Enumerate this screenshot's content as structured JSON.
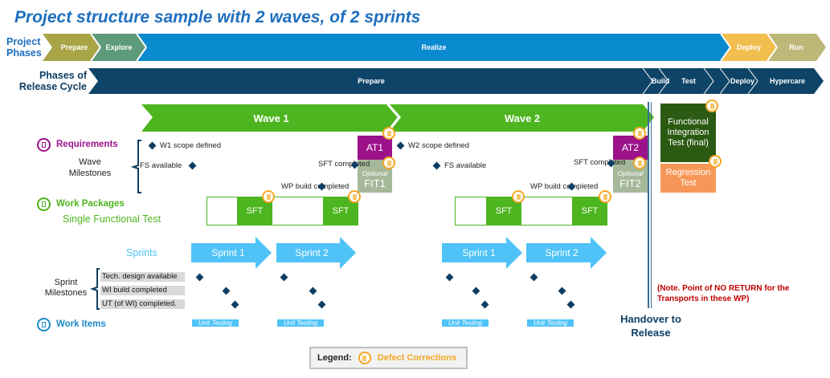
{
  "title": "Project structure sample with 2 waves, of 2 sprints",
  "colors": {
    "prepare": "#A9A446",
    "explore": "#5E9B7A",
    "realize": "#0A8ACF",
    "deploy": "#F2BE4E",
    "run": "#B9B47A",
    "release": "#0E4467",
    "wave": "#4DB51F",
    "at": "#9B128A",
    "fit": "#A6B89A",
    "fit_final": "#2B5A12",
    "regression": "#F79757",
    "sprint": "#4FC3F7",
    "defect": "#F5A623",
    "note": "#C00000"
  },
  "project_phases": {
    "label": "Project Phases",
    "items": [
      {
        "label": "Prepare"
      },
      {
        "label": "Explore"
      },
      {
        "label": "Realize"
      },
      {
        "label": "Deploy"
      },
      {
        "label": "Run"
      }
    ]
  },
  "release_cycle": {
    "label": "Phases of Release Cycle",
    "items": [
      {
        "label": "Prepare"
      },
      {
        "label": "Build"
      },
      {
        "label": "Test"
      },
      {
        "label": "Deploy"
      },
      {
        "label": "Hypercare"
      }
    ]
  },
  "categories": {
    "requirements": "Requirements",
    "wave_milestones": "Wave Milestones",
    "work_packages": "Work Packages",
    "sft_label": "Single Functional Test",
    "sprints": "Sprints",
    "sprint_milestones": "Sprint Milestones",
    "work_items": "Work Items"
  },
  "waves": [
    {
      "label": "Wave 1",
      "scope": "W1 scope defined",
      "fs": "FS available",
      "sft_completed": "SFT completed",
      "wp_build": "WP build completed",
      "at": "AT1",
      "optional": "Optional",
      "fit": "FIT1",
      "sft": [
        "SFT",
        "SFT"
      ],
      "sprints": [
        "Sprint 1",
        "Sprint 2"
      ],
      "unit_testing": [
        "Unit Testing",
        "Unit Testing"
      ]
    },
    {
      "label": "Wave 2",
      "scope": "W2 scope defined",
      "fs": "FS available",
      "sft_completed": "SFT completed",
      "wp_build": "WP build completed",
      "at": "AT2",
      "optional": "Optional",
      "fit": "FIT2",
      "sft": [
        "SFT",
        "SFT"
      ],
      "sprints": [
        "Sprint 1",
        "Sprint 2"
      ],
      "unit_testing": [
        "Unit Testing",
        "Unit Testing"
      ]
    }
  ],
  "sprint_milestones": [
    "Tech. design available",
    "WI build completed",
    "UT (of WI) completed."
  ],
  "final_tests": {
    "fit_final": "Functional Integration Test (final)",
    "regression": "Regression Test"
  },
  "handover": "Handover to Release",
  "note": "(Note. Point of NO RETURN for the Transports in these WP)",
  "legend": {
    "label": "Legend:",
    "item": "Defect Corrections"
  }
}
